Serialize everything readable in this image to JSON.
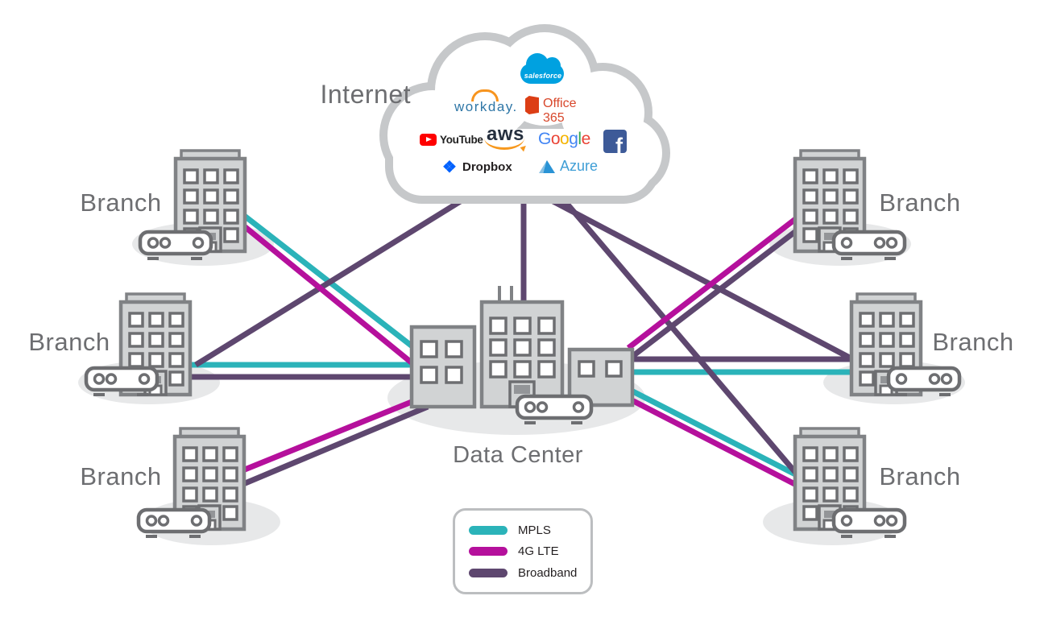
{
  "cloud": {
    "label": "Internet",
    "services": {
      "salesforce": "salesforce",
      "workday": "workday.",
      "office365": "Office 365",
      "youtube": "YouTube",
      "aws": "aws",
      "google_letters": [
        "G",
        "o",
        "o",
        "g",
        "l",
        "e"
      ],
      "facebook": "f",
      "dropbox": "Dropbox",
      "azure": "Azure"
    }
  },
  "data_center": {
    "label": "Data Center"
  },
  "branches": [
    {
      "id": "branch-top-left",
      "label": "Branch"
    },
    {
      "id": "branch-middle-left",
      "label": "Branch"
    },
    {
      "id": "branch-bottom-left",
      "label": "Branch"
    },
    {
      "id": "branch-top-right",
      "label": "Branch"
    },
    {
      "id": "branch-middle-right",
      "label": "Branch"
    },
    {
      "id": "branch-bottom-right",
      "label": "Branch"
    }
  ],
  "legend": {
    "items": [
      {
        "label": "MPLS",
        "type": "mpls"
      },
      {
        "label": "4G LTE",
        "type": "lte"
      },
      {
        "label": "Broadband",
        "type": "broadband"
      }
    ]
  },
  "colors": {
    "mpls": "#2bb3b9",
    "lte": "#b5109c",
    "broadband": "#5e476f",
    "cloud_outline": "#c6c8ca",
    "building_fill": "#d1d3d4",
    "building_stroke": "#808285",
    "window_stroke": "#6d6e71",
    "shadow": "#e7e8e9",
    "label_text": "#6d6e71"
  },
  "connections": [
    {
      "from": "branch-top-left",
      "to": "data-center",
      "type": "MPLS"
    },
    {
      "from": "branch-top-left",
      "to": "data-center",
      "type": "4G LTE"
    },
    {
      "from": "branch-middle-left",
      "to": "data-center",
      "type": "MPLS"
    },
    {
      "from": "branch-middle-left",
      "to": "data-center",
      "type": "Broadband"
    },
    {
      "from": "branch-middle-left",
      "to": "internet",
      "type": "Broadband"
    },
    {
      "from": "branch-bottom-left",
      "to": "data-center",
      "type": "4G LTE"
    },
    {
      "from": "branch-bottom-left",
      "to": "data-center",
      "type": "Broadband"
    },
    {
      "from": "data-center",
      "to": "internet",
      "type": "Broadband"
    },
    {
      "from": "branch-top-right",
      "to": "data-center",
      "type": "4G LTE"
    },
    {
      "from": "branch-top-right",
      "to": "data-center",
      "type": "Broadband"
    },
    {
      "from": "branch-middle-right",
      "to": "data-center",
      "type": "MPLS"
    },
    {
      "from": "branch-middle-right",
      "to": "data-center",
      "type": "Broadband"
    },
    {
      "from": "branch-middle-right",
      "to": "internet",
      "type": "Broadband"
    },
    {
      "from": "branch-bottom-right",
      "to": "data-center",
      "type": "MPLS"
    },
    {
      "from": "branch-bottom-right",
      "to": "data-center",
      "type": "4G LTE"
    },
    {
      "from": "branch-bottom-right",
      "to": "internet",
      "type": "Broadband"
    }
  ]
}
